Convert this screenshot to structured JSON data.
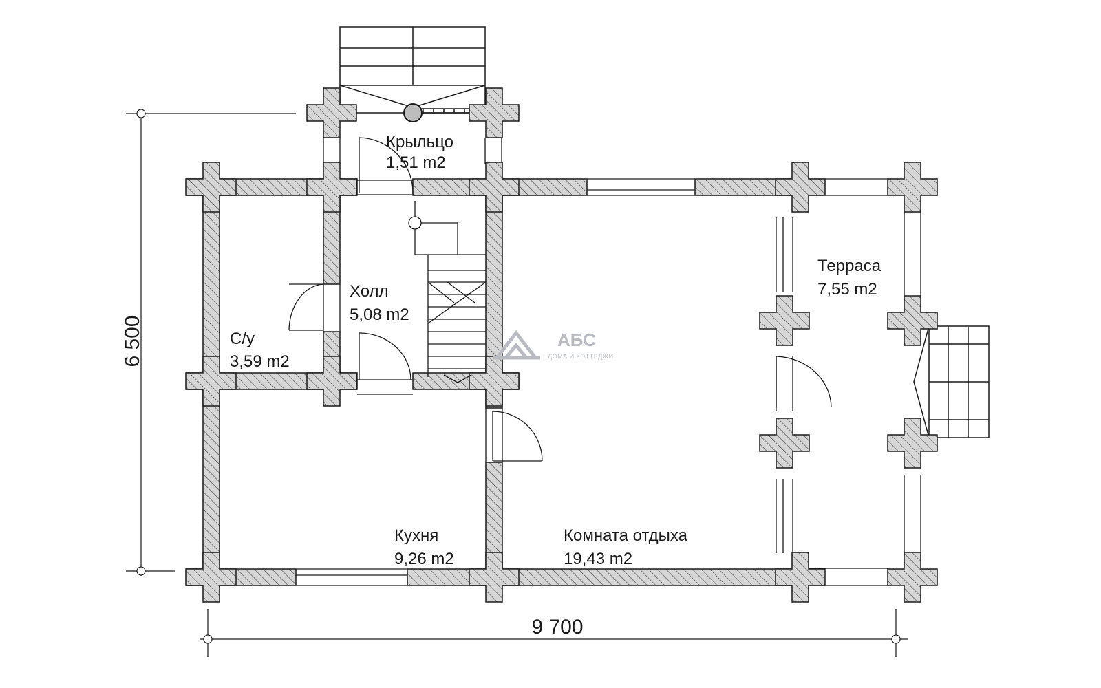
{
  "rooms": {
    "porch": {
      "name": "Крыльцо",
      "area": "1,51 m2"
    },
    "hall": {
      "name": "Холл",
      "area": "5,08 m2"
    },
    "bathroom": {
      "name": "С/у",
      "area": "3,59 m2"
    },
    "terrace": {
      "name": "Терраса",
      "area": "7,55 m2"
    },
    "kitchen": {
      "name": "Кухня",
      "area": "9,26 m2"
    },
    "living_room": {
      "name": "Комната отдыха",
      "area": "19,43 m2"
    }
  },
  "dimensions": {
    "height": "6 500",
    "width": "9 700"
  },
  "watermark": {
    "name": "АБС",
    "tagline": "ДОМА И КОТТЕДЖИ"
  },
  "colors": {
    "wall_fill": "#d6d6d6",
    "wall_stroke": "#1a1a1a",
    "hatch": "#333333",
    "line": "#1a1a1a"
  }
}
